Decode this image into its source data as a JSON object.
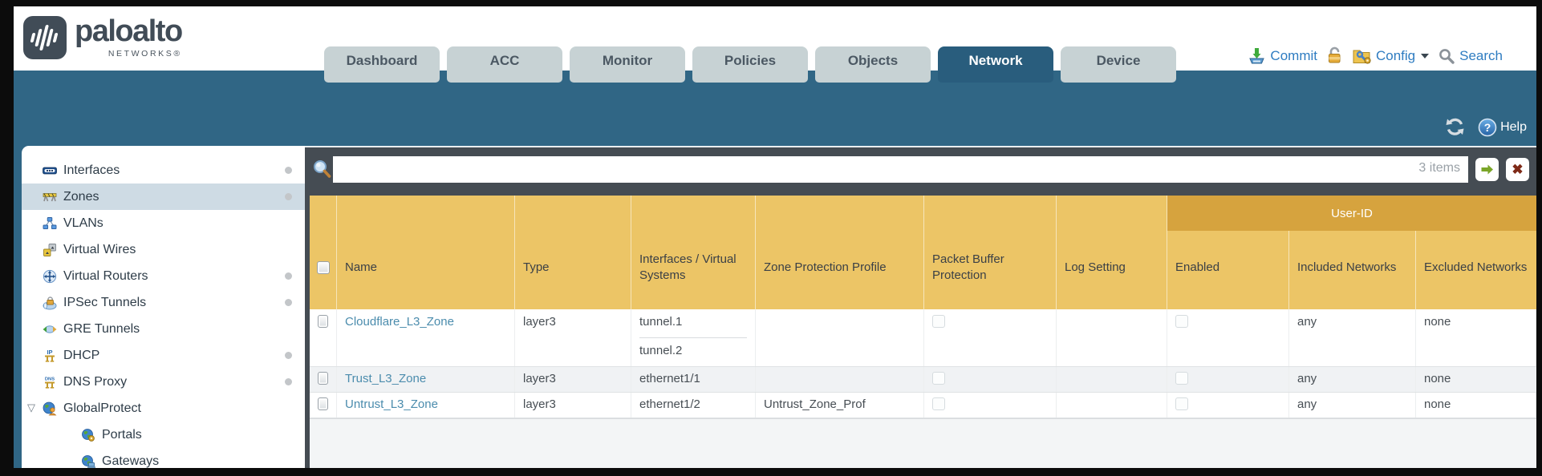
{
  "brand": {
    "logo_text": "paloalto",
    "logo_sub": "NETWORKS®"
  },
  "nav_tabs": [
    {
      "label": "Dashboard",
      "active": false
    },
    {
      "label": "ACC",
      "active": false
    },
    {
      "label": "Monitor",
      "active": false
    },
    {
      "label": "Policies",
      "active": false
    },
    {
      "label": "Objects",
      "active": false
    },
    {
      "label": "Network",
      "active": true
    },
    {
      "label": "Device",
      "active": false
    }
  ],
  "header_actions": {
    "commit_label": "Commit",
    "config_label": "Config",
    "search_label": "Search"
  },
  "band": {
    "help_label": "Help"
  },
  "filter": {
    "value": "",
    "items_count": "3 items"
  },
  "sidebar": {
    "items": [
      {
        "label": "Interfaces",
        "icon": "interfaces-icon",
        "selected": false,
        "has_dot": true
      },
      {
        "label": "Zones",
        "icon": "zones-icon",
        "selected": true,
        "has_dot": true
      },
      {
        "label": "VLANs",
        "icon": "vlans-icon",
        "selected": false,
        "has_dot": false
      },
      {
        "label": "Virtual Wires",
        "icon": "virtual-wires-icon",
        "selected": false,
        "has_dot": false
      },
      {
        "label": "Virtual Routers",
        "icon": "virtual-routers-icon",
        "selected": false,
        "has_dot": true
      },
      {
        "label": "IPSec Tunnels",
        "icon": "ipsec-tunnels-icon",
        "selected": false,
        "has_dot": true
      },
      {
        "label": "GRE Tunnels",
        "icon": "gre-tunnels-icon",
        "selected": false,
        "has_dot": false
      },
      {
        "label": "DHCP",
        "icon": "dhcp-icon",
        "selected": false,
        "has_dot": true
      },
      {
        "label": "DNS Proxy",
        "icon": "dns-proxy-icon",
        "selected": false,
        "has_dot": true
      },
      {
        "label": "GlobalProtect",
        "icon": "globalprotect-icon",
        "selected": false,
        "has_dot": false,
        "expanded": true
      },
      {
        "label": "Portals",
        "icon": "portals-icon",
        "selected": false,
        "has_dot": false,
        "indent": true
      },
      {
        "label": "Gateways",
        "icon": "gateways-icon",
        "selected": false,
        "has_dot": false,
        "indent": true
      }
    ]
  },
  "table": {
    "group_header": "User-ID",
    "columns": [
      "Name",
      "Type",
      "Interfaces / Virtual Systems",
      "Zone Protection Profile",
      "Packet Buffer Protection",
      "Log Setting",
      "Enabled",
      "Included Networks",
      "Excluded Networks"
    ],
    "rows": [
      {
        "name": "Cloudflare_L3_Zone",
        "type": "layer3",
        "interfaces": [
          "tunnel.1",
          "tunnel.2"
        ],
        "zone_protection_profile": "",
        "packet_buffer_protection": false,
        "log_setting": "",
        "user_id_enabled": false,
        "included_networks": "any",
        "excluded_networks": "none"
      },
      {
        "name": "Trust_L3_Zone",
        "type": "layer3",
        "interfaces": [
          "ethernet1/1"
        ],
        "zone_protection_profile": "",
        "packet_buffer_protection": false,
        "log_setting": "",
        "user_id_enabled": false,
        "included_networks": "any",
        "excluded_networks": "none"
      },
      {
        "name": "Untrust_L3_Zone",
        "type": "layer3",
        "interfaces": [
          "ethernet1/2"
        ],
        "zone_protection_profile": "Untrust_Zone_Prof",
        "packet_buffer_protection": false,
        "log_setting": "",
        "user_id_enabled": false,
        "included_networks": "any",
        "excluded_networks": "none"
      }
    ]
  },
  "colors": {
    "band_teal": "#306685",
    "active_tab": "#295d7d",
    "table_header_amber": "#ecc566",
    "user_id_band": "#d6a33e",
    "link_blue": "#4b8cad",
    "action_blue": "#2e7cc1"
  }
}
